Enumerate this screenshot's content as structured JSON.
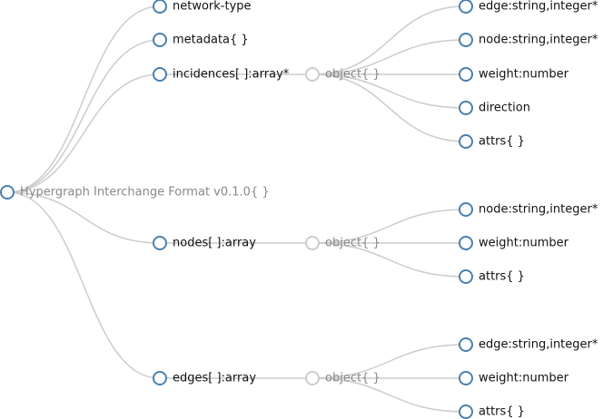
{
  "tree": {
    "root": {
      "id": "root",
      "label": "Hypergraph Interchange Format v0.1.0{ }",
      "style": "dim",
      "children": [
        {
          "id": "network-type",
          "label": "network-type",
          "style": "field"
        },
        {
          "id": "metadata",
          "label": "metadata{ }",
          "style": "field"
        },
        {
          "id": "incidences",
          "label": "incidences[ ]:array*",
          "style": "field",
          "children": [
            {
              "id": "incidences-object",
              "label": "object{ }",
              "style": "dim",
              "children": [
                {
                  "id": "incidences-edge",
                  "label": "edge:string,integer*",
                  "style": "field"
                },
                {
                  "id": "incidences-node",
                  "label": "node:string,integer*",
                  "style": "field"
                },
                {
                  "id": "incidences-weight",
                  "label": "weight:number",
                  "style": "field"
                },
                {
                  "id": "incidences-direction",
                  "label": "direction",
                  "style": "field"
                },
                {
                  "id": "incidences-attrs",
                  "label": "attrs{ }",
                  "style": "field"
                }
              ]
            }
          ]
        },
        {
          "id": "nodes",
          "label": "nodes[ ]:array",
          "style": "field",
          "children": [
            {
              "id": "nodes-object",
              "label": "object{ }",
              "style": "dim",
              "children": [
                {
                  "id": "nodes-node",
                  "label": "node:string,integer*",
                  "style": "field"
                },
                {
                  "id": "nodes-weight",
                  "label": "weight:number",
                  "style": "field"
                },
                {
                  "id": "nodes-attrs",
                  "label": "attrs{ }",
                  "style": "field"
                }
              ]
            }
          ]
        },
        {
          "id": "edges",
          "label": "edges[ ]:array",
          "style": "field",
          "children": [
            {
              "id": "edges-object",
              "label": "object{ }",
              "style": "dim",
              "children": [
                {
                  "id": "edges-edge",
                  "label": "edge:string,integer*",
                  "style": "field"
                },
                {
                  "id": "edges-weight",
                  "label": "weight:number",
                  "style": "field"
                },
                {
                  "id": "edges-attrs",
                  "label": "attrs{ }",
                  "style": "field"
                }
              ]
            }
          ]
        }
      ]
    }
  },
  "colors": {
    "link": "#cccccc",
    "node_stroke_field": "#4a7fb0",
    "node_stroke_dim": "#4a7fb0",
    "node_stroke_object": "#cccccc",
    "label_field": "#111111",
    "label_dim": "#888888"
  }
}
